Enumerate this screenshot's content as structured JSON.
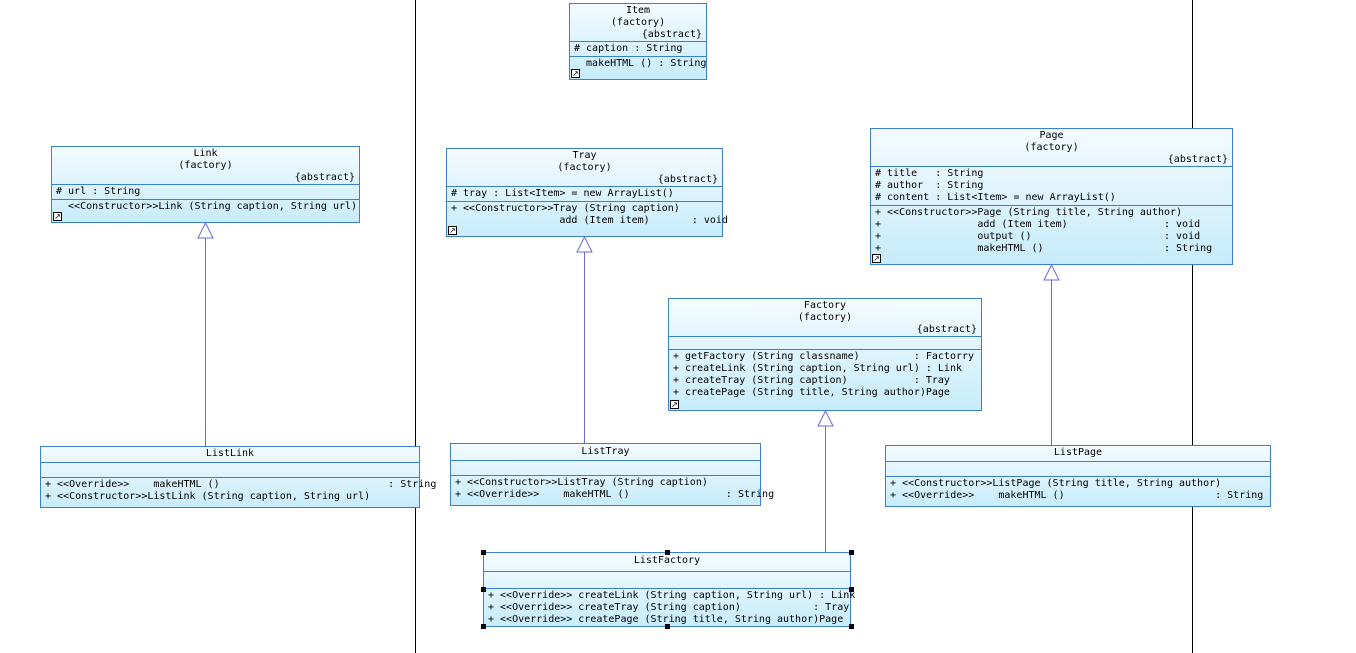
{
  "classes": {
    "item": {
      "name": "Item",
      "pkg": "(factory)",
      "abstract": "{abstract}",
      "attrs": [
        "# caption : String"
      ],
      "ops": [
        "  makeHTML () : String"
      ]
    },
    "link": {
      "name": "Link",
      "pkg": "(factory)",
      "abstract": "{abstract}",
      "attrs": [
        "# url : String"
      ],
      "ops": [
        "  <<Constructor>>Link (String caption, String url)"
      ]
    },
    "tray": {
      "name": "Tray",
      "pkg": "(factory)",
      "abstract": "{abstract}",
      "attrs": [
        "# tray : List<Item> = new ArrayList()"
      ],
      "ops": [
        "+ <<Constructor>>Tray (String caption)",
        "                  add (Item item)       : void"
      ]
    },
    "page": {
      "name": "Page",
      "pkg": "(factory)",
      "abstract": "{abstract}",
      "attrs": [
        "# title   : String",
        "# author  : String",
        "# content : List<Item> = new ArrayList()"
      ],
      "ops": [
        "+ <<Constructor>>Page (String title, String author)",
        "+                add (Item item)                : void",
        "+                output ()                      : void",
        "+                makeHTML ()                    : String"
      ]
    },
    "factory": {
      "name": "Factory",
      "pkg": "(factory)",
      "abstract": "{abstract}",
      "attrs": [],
      "ops": [
        "+ getFactory (String classname)         : Factorry",
        "+ createLink (String caption, String url) : Link",
        "+ createTray (String caption)           : Tray",
        "+ createPage (String title, String author)Page"
      ]
    },
    "listlink": {
      "name": "ListLink",
      "attrs": [],
      "ops": [
        "+ <<Override>>    makeHTML ()                            : String",
        "+ <<Constructor>>ListLink (String caption, String url)"
      ]
    },
    "listtray": {
      "name": "ListTray",
      "attrs": [],
      "ops": [
        "+ <<Constructor>>ListTray (String caption)",
        "+ <<Override>>    makeHTML ()                : String"
      ]
    },
    "listpage": {
      "name": "ListPage",
      "attrs": [],
      "ops": [
        "+ <<Constructor>>ListPage (String title, String author)",
        "+ <<Override>>    makeHTML ()                         : String"
      ]
    },
    "listfactory": {
      "name": "ListFactory",
      "attrs": [],
      "ops": [
        "+ <<Override>> createLink (String caption, String url) : Link",
        "+ <<Override>> createTray (String caption)            : Tray",
        "+ <<Override>> createPage (String title, String author)Page"
      ]
    }
  },
  "colors": {
    "border": "#3a7fd0",
    "fill_top": "#f4fbff",
    "fill_bottom": "#c7ecfb",
    "connector": "#6a6ae0"
  },
  "icons": {
    "shortcut": "shortcut-arrow-icon"
  }
}
